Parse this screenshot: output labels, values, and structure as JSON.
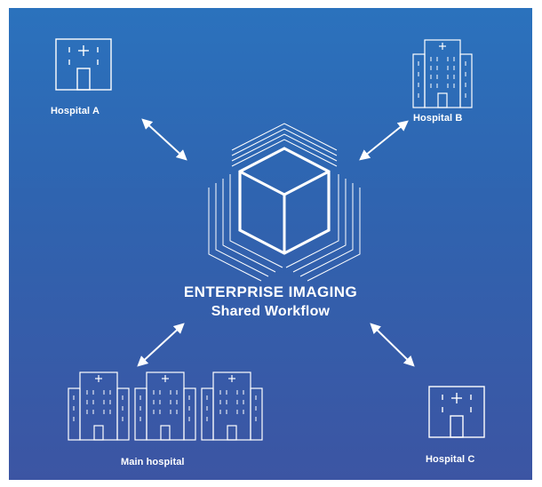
{
  "diagram": {
    "center": {
      "line1": "ENTERPRISE IMAGING",
      "line2": "Shared Workflow"
    },
    "nodes": [
      {
        "id": "hospital-a",
        "label": "Hospital A"
      },
      {
        "id": "hospital-b",
        "label": "Hospital B"
      },
      {
        "id": "main-hospital",
        "label": "Main hospital"
      },
      {
        "id": "hospital-c",
        "label": "Hospital C"
      }
    ],
    "colors": {
      "background_top": "#2b72bd",
      "background_bottom": "#3c55a3",
      "line": "#ffffff"
    },
    "icons": [
      "hospital-icon",
      "hospital-tower-icon",
      "hospital-complex-icon",
      "cube-stack-icon",
      "bidirectional-arrow-icon"
    ]
  }
}
